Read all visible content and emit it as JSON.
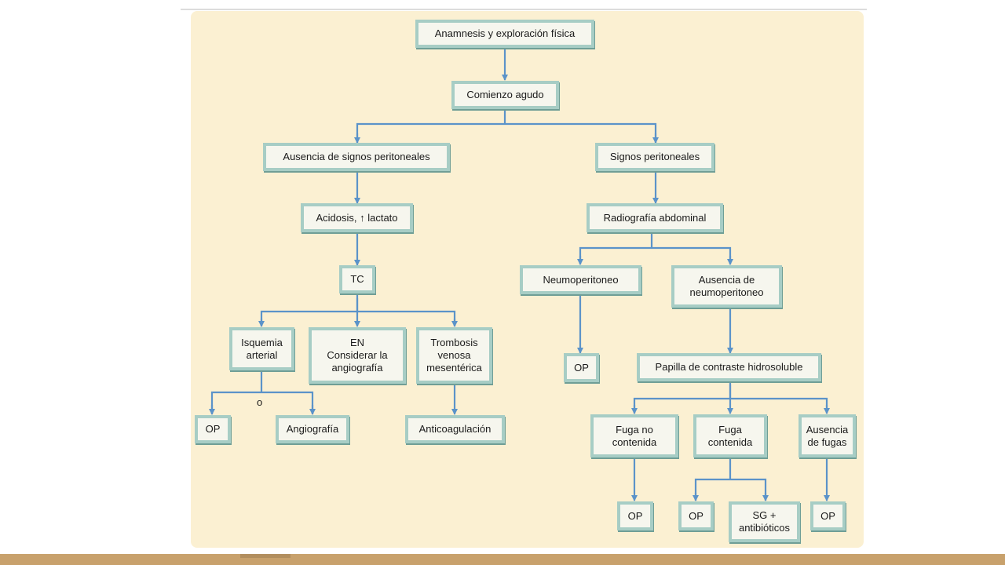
{
  "nodes": {
    "anamnesis": "Anamnesis y exploración física",
    "comienzo": "Comienzo agudo",
    "ausencia_signos": "Ausencia de signos peritoneales",
    "signos": "Signos peritoneales",
    "acidosis": "Acidosis, ↑ lactato",
    "radiografia": "Radiografía abdominal",
    "tc": "TC",
    "neumoperitoneo": "Neumoperitoneo",
    "ausencia_neumo": "Ausencia de\nneumoperitoneo",
    "isquemia": "Isquemia\narterial",
    "en": "EN\nConsiderar la\nangiografía",
    "trombosis": "Trombosis\nvenosa\nmesentérica",
    "op_neumo": "OP",
    "papilla": "Papilla de contraste hidrosoluble",
    "op_isquemia": "OP",
    "angiografia": "Angiografía",
    "anticoagulacion": "Anticoagulación",
    "fuga_no": "Fuga no\ncontenida",
    "fuga_contenida": "Fuga\ncontenida",
    "ausencia_fugas": "Ausencia\nde fugas",
    "op_fuga_no": "OP",
    "op_fuga_contenida": "OP",
    "sg": "SG +\nantibióticos",
    "op_ausencia_fugas": "OP"
  },
  "or_label": "o",
  "colors": {
    "panel": "#fbf0d2",
    "node_fill": "#f6f6ee",
    "node_border": "#a7cdc5",
    "connector": "#5b93c9",
    "footer_strip": "#c8a16c"
  }
}
